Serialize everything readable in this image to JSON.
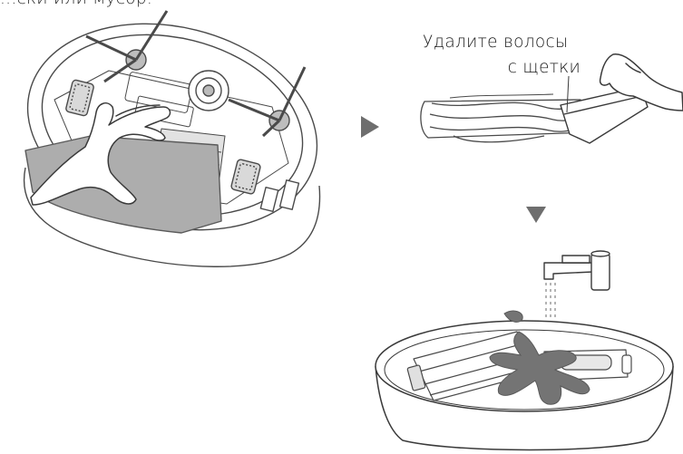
{
  "captions": {
    "top_partial": "...ски или мусор.",
    "step_line_1": "Удалите волосы",
    "step_line_2": "с щетки"
  },
  "colors": {
    "line": "#4a4a4a",
    "gray_fill": "#adadad",
    "dark_fill": "#747474",
    "arrow": "#6e6e6e"
  }
}
